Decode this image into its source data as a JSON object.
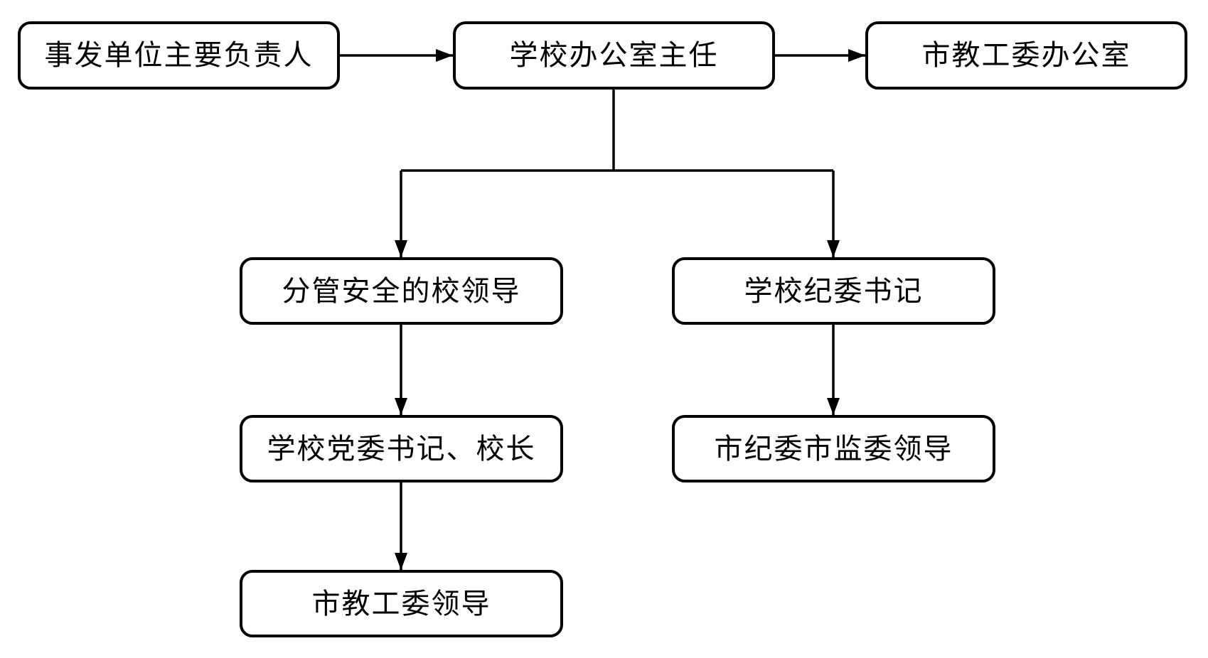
{
  "diagram": {
    "background_color": "#ffffff",
    "line_color": "#000000",
    "box_border_color": "#000000",
    "text_color": "#000000",
    "nodes": {
      "incident_unit_head": {
        "label": "事发单位主要负责人"
      },
      "school_office_director": {
        "label": "学校办公室主任"
      },
      "city_edu_committee_office": {
        "label": "市教工委办公室"
      },
      "safety_school_leader": {
        "label": "分管安全的校领导"
      },
      "school_discipline_secretary": {
        "label": "学校纪委书记"
      },
      "party_secretary_principal": {
        "label": "学校党委书记、校长"
      },
      "city_discipline_supervision_leaders": {
        "label": "市纪委市监委领导"
      },
      "city_edu_committee_leaders": {
        "label": "市教工委领导"
      }
    },
    "edges": [
      {
        "from": "incident_unit_head",
        "to": "school_office_director"
      },
      {
        "from": "school_office_director",
        "to": "city_edu_committee_office"
      },
      {
        "from": "school_office_director",
        "to": "safety_school_leader"
      },
      {
        "from": "school_office_director",
        "to": "school_discipline_secretary"
      },
      {
        "from": "safety_school_leader",
        "to": "party_secretary_principal"
      },
      {
        "from": "party_secretary_principal",
        "to": "city_edu_committee_leaders"
      },
      {
        "from": "school_discipline_secretary",
        "to": "city_discipline_supervision_leaders"
      }
    ]
  }
}
